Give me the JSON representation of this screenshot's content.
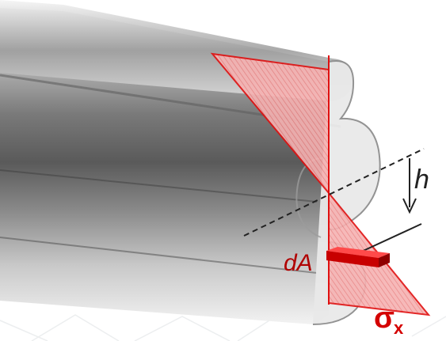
{
  "labels": {
    "height": "h",
    "area_element": "dA",
    "stress_symbol": "σ",
    "stress_subscript": "x"
  },
  "colors": {
    "stress": "#e01010",
    "stress_fill": "#f2a3a3",
    "beam_dark": "#4a4a4a",
    "beam_light": "#f0f0f0",
    "neutral_axis": "#222222"
  }
}
